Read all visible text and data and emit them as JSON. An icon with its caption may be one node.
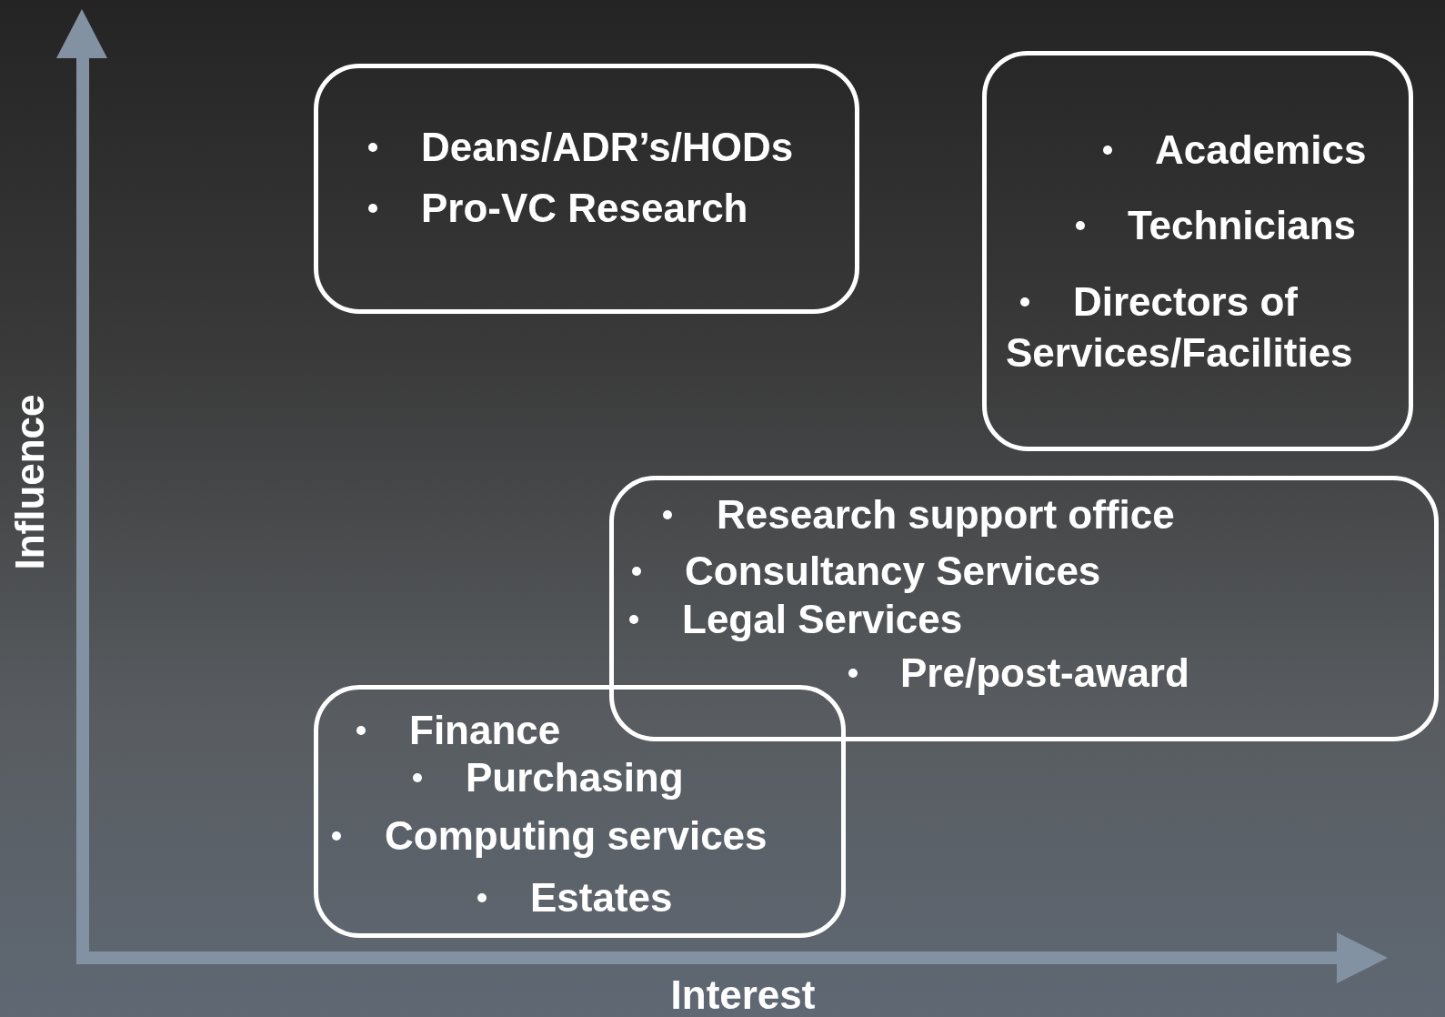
{
  "diagram": {
    "nodes": [
      {
        "text": [
          "Deans/ADR’s/HODs",
          "Pro-VC Research"
        ]
      },
      {
        "text": [
          "Academics",
          "Technicians",
          "Directors of Services/Facilities"
        ]
      },
      {
        "text": [
          "Research support office",
          "Consultancy Services",
          "Legal Services",
          "Pre/post-award"
        ]
      },
      {
        "text": [
          "Finance",
          "Purchasing",
          "Computing services",
          "Estates"
        ]
      }
    ],
    "labels": [
      "Influence",
      "Interest"
    ]
  }
}
